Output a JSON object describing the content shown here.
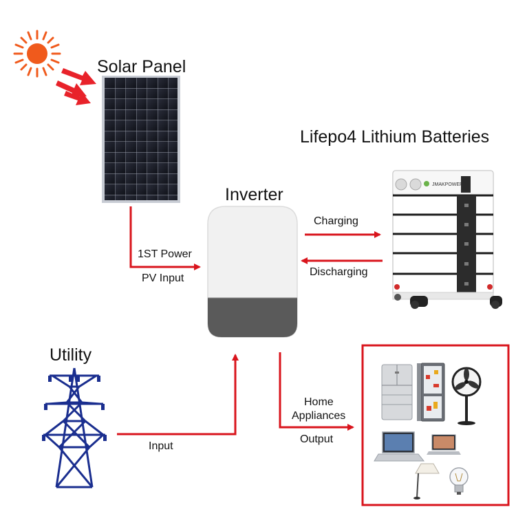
{
  "labels": {
    "solar_panel": "Solar Panel",
    "batteries": "Lifepo4 Lithium Batteries",
    "inverter": "Inverter",
    "utility": "Utility",
    "first_power": "1ST Power",
    "pv_input": "PV Input",
    "charging": "Charging",
    "discharging": "Discharging",
    "input": "Input",
    "home_appliances_line1": "Home",
    "home_appliances_line2": "Appliances",
    "output": "Output",
    "battery_brand": "JMAKPOWER"
  },
  "colors": {
    "arrow": "#d9141c",
    "sun": "#f05a1c",
    "tower": "#1a2e8f",
    "inverter_body": "#f1f1f1",
    "inverter_bottom": "#5a5a5a",
    "panel": "#1b1d26",
    "appliance_box_border": "#d9141c"
  },
  "icons": [
    "sun-icon",
    "solar-panel-icon",
    "inverter-icon",
    "battery-stack-icon",
    "power-tower-icon",
    "fridge-icon",
    "fridge-open-icon",
    "fan-icon",
    "laptop-icon",
    "laptop-small-icon",
    "lamp-icon",
    "light-bulb-icon"
  ]
}
